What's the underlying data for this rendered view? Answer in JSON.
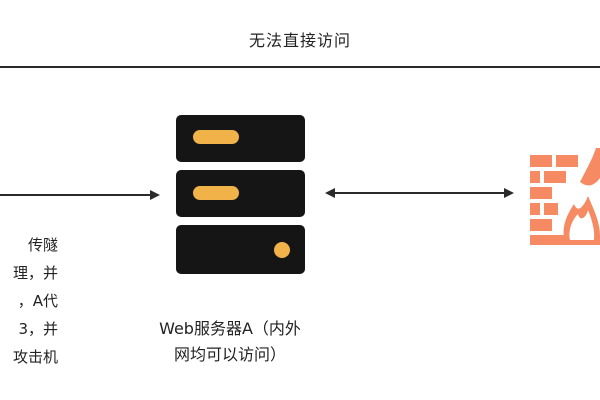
{
  "top_label": "无法直接访问",
  "left_text_lines": [
    "传隧",
    "理，并",
    "，A代",
    "3，并",
    "攻击机"
  ],
  "server_label_lines": [
    "Web服务器A（内外",
    "网均可以访问）"
  ],
  "colors": {
    "server_body": "#151515",
    "server_pill": "#f1b24a",
    "firewall": "#f58a63",
    "line": "#2b2b2b"
  },
  "icons": {
    "server": "server-icon",
    "firewall": "firewall-icon"
  }
}
